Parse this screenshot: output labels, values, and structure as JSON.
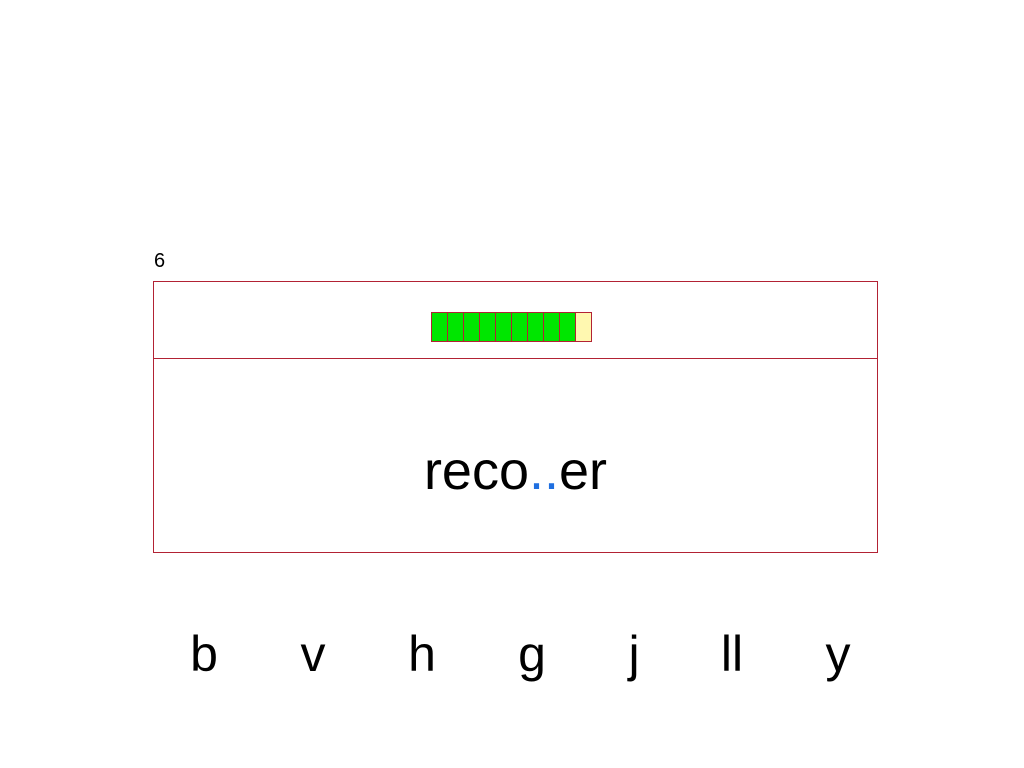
{
  "page_number": "6",
  "colors": {
    "frame": "#b22234",
    "progress_done": "#00e600",
    "progress_pending": "#fff8b0",
    "blank_marker": "#1f6fe0",
    "text": "#000000"
  },
  "progress": {
    "total": 10,
    "completed": 9
  },
  "word": {
    "prefix": "reco",
    "blank": "..",
    "suffix": "er"
  },
  "options": [
    "b",
    "v",
    "h",
    "g",
    "j",
    "ll",
    "y"
  ]
}
